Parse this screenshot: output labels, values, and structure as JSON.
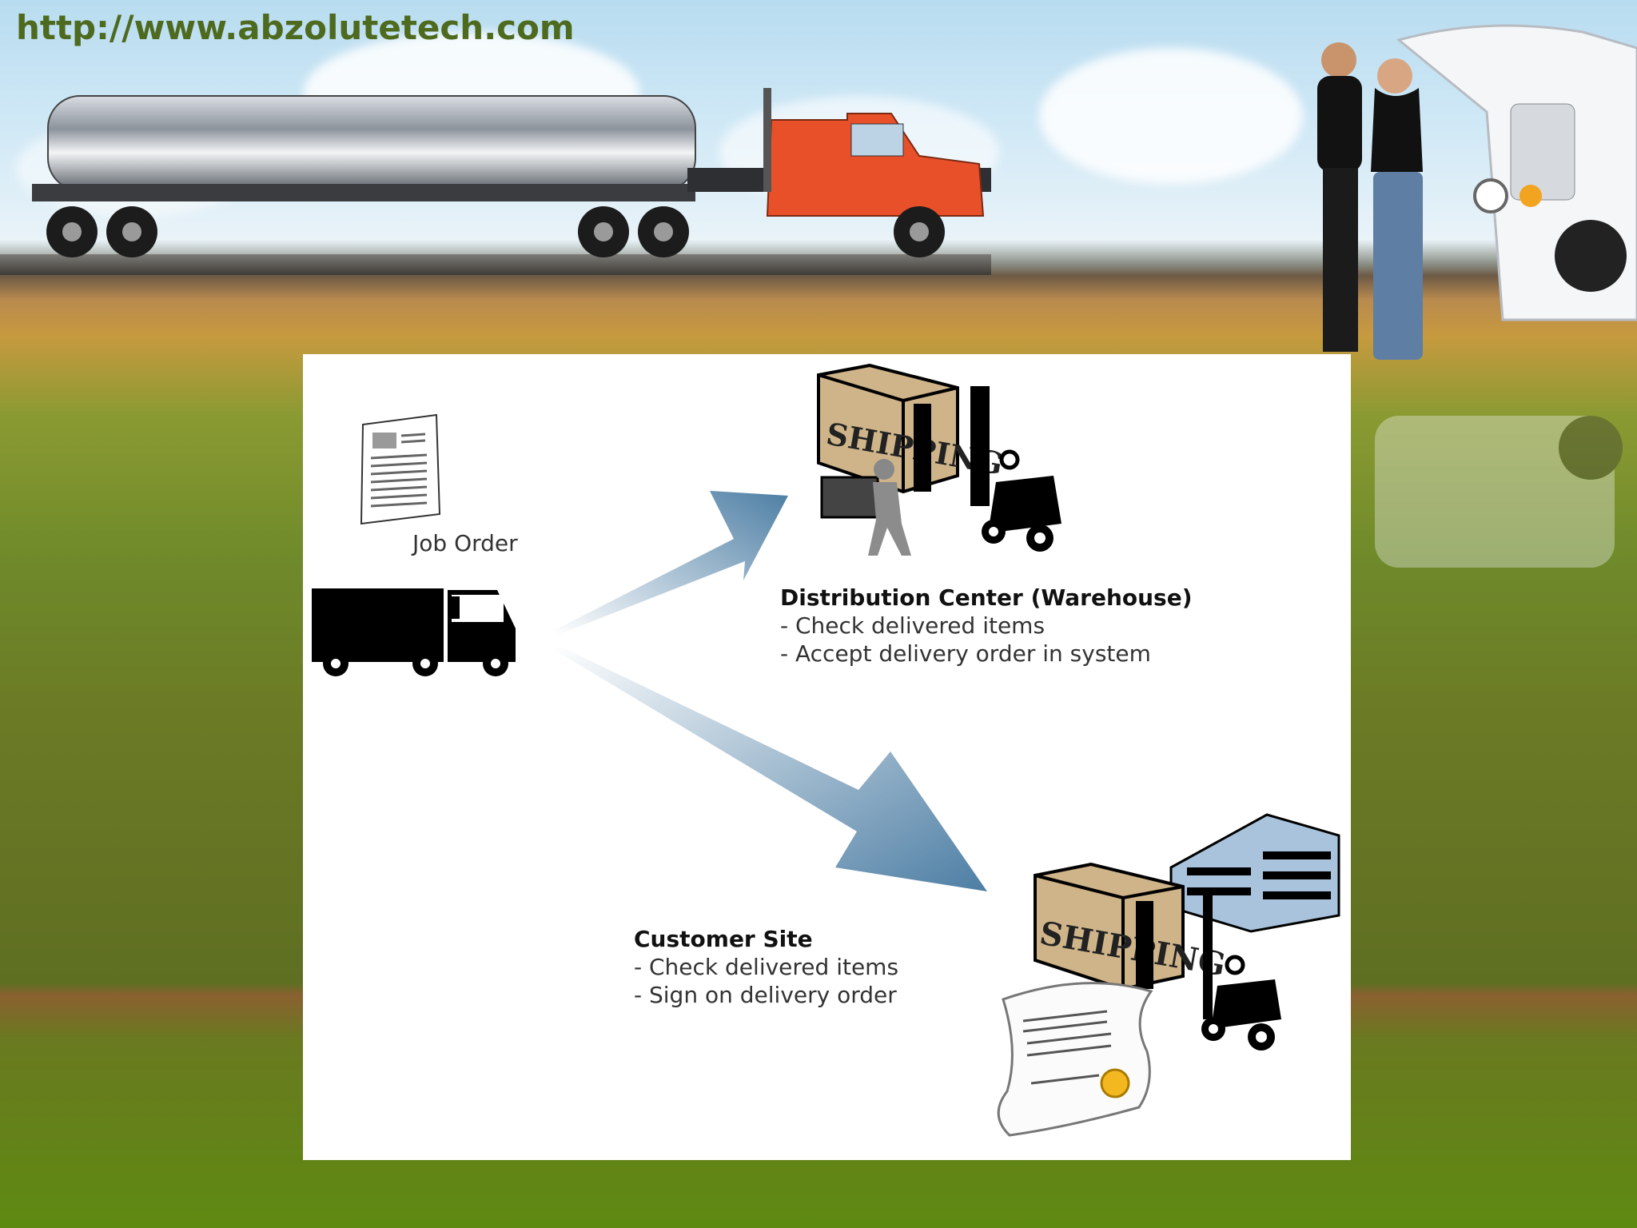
{
  "header": {
    "url": "http://www.abzolutetech.com"
  },
  "diagram": {
    "job_order_label": "Job Order",
    "warehouse": {
      "title": "Distribution Center (Warehouse)",
      "steps": [
        "- Check delivered items",
        "- Accept delivery order in system"
      ]
    },
    "customer": {
      "title": "Customer Site",
      "steps": [
        "- Check delivered items",
        "- Sign on delivery order"
      ]
    },
    "box_label": "SHIPPING"
  },
  "colors": {
    "arrow": "#4d7ea4",
    "url_text": "#4e6a1e",
    "tanker_cab": "#e8502a"
  }
}
